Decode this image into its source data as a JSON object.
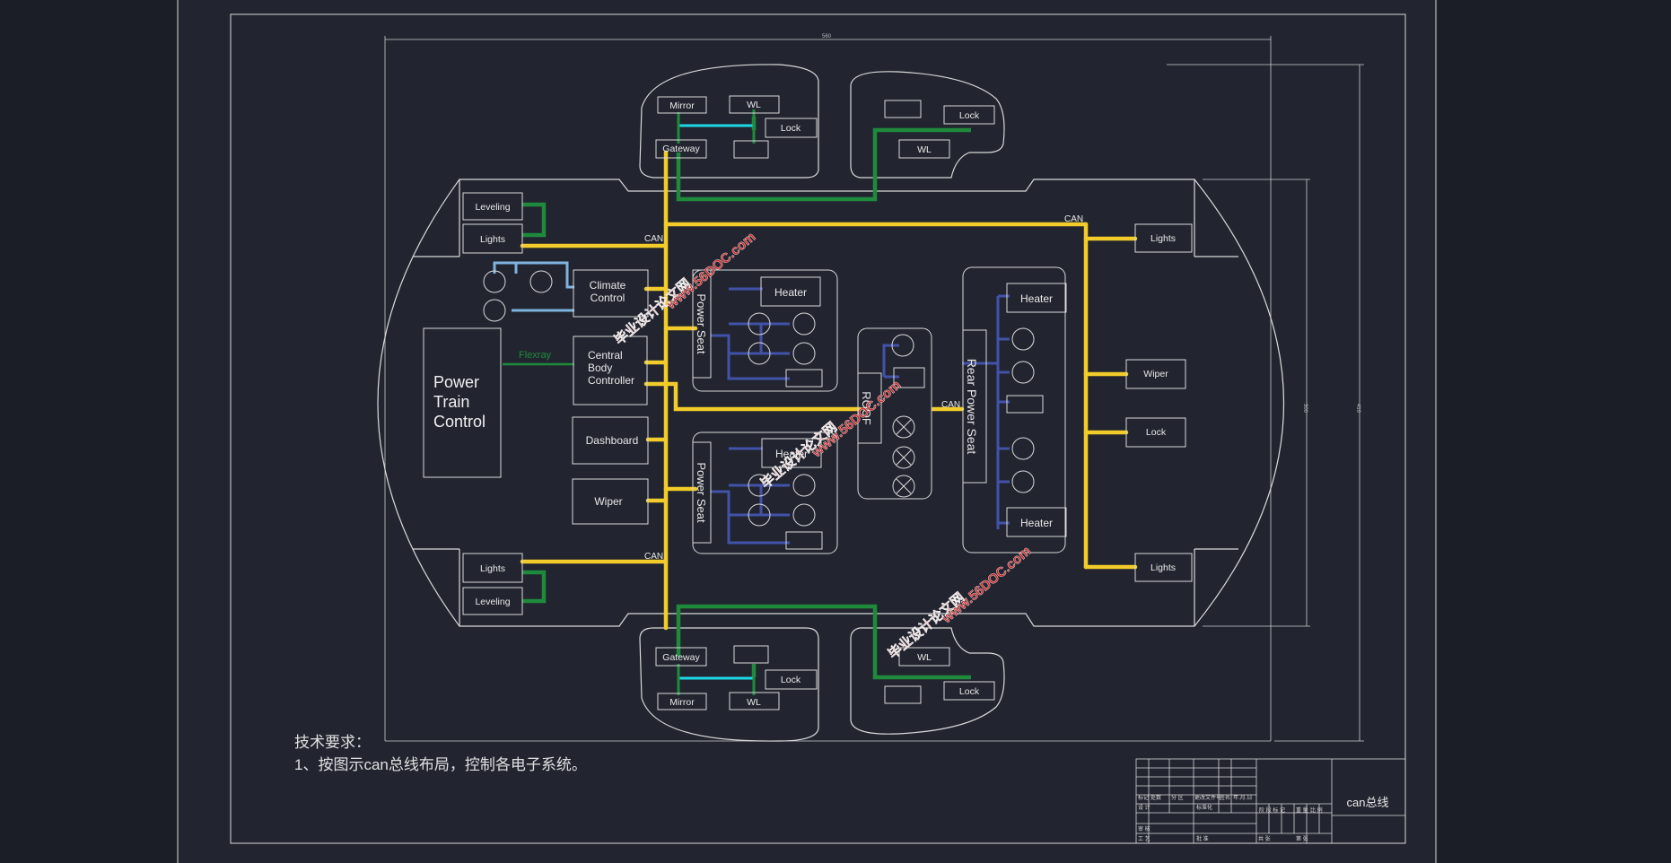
{
  "dimensions": {
    "width_top": "560",
    "height_outer": "410",
    "height_inner": "300"
  },
  "bus_labels": {
    "can_top_left": "CAN",
    "can_top_right": "CAN",
    "can_bottom_left": "CAN",
    "can_center": "CAN",
    "flexray": "Flexray"
  },
  "modules": {
    "front_left_door": {
      "mirror": "Mirror",
      "wl": "WL",
      "lock": "Lock",
      "gateway": "Gateway"
    },
    "front_right_door": {
      "lock": "Lock",
      "wl": "WL"
    },
    "rear_left_door": {
      "gateway": "Gateway",
      "lock": "Lock",
      "mirror": "Mirror",
      "wl": "WL"
    },
    "rear_right_door": {
      "wl": "WL",
      "lock": "Lock"
    },
    "front_left_lamp": {
      "leveling": "Leveling",
      "lights": "Lights"
    },
    "rear_left_lamp": {
      "lights": "Lights",
      "leveling": "Leveling"
    },
    "climate": "Climate\nControl",
    "central_body": "Central\nBody\nController",
    "power_train": "Power\nTrain\nControl",
    "dashboard": "Dashboard",
    "wiper_left": "Wiper",
    "power_seat_top": {
      "title": "Power Seat",
      "heater": "Heater"
    },
    "power_seat_bottom": {
      "title": "Power Seat",
      "heater": "Heater"
    },
    "roof": "ROOF",
    "rear_power_seat": {
      "title": "Rear Power Seat",
      "heater_top": "Heater",
      "heater_bottom": "Heater"
    },
    "right_side": {
      "lights_top": "Lights",
      "wiper": "Wiper",
      "lock": "Lock",
      "lights_bottom": "Lights"
    }
  },
  "notes": {
    "title": "技术要求：",
    "line1": "1、按图示can总线布局，控制各电子系统。"
  },
  "title_block": {
    "drawing_title": "can总线",
    "cells": [
      "标记",
      "处数",
      "分 区",
      "更改文件号",
      "签名",
      "年.月.日",
      "设 计",
      "标准化",
      "阶 段 标 记",
      "重 量",
      "比 例",
      "审 核",
      "工 艺",
      "批 准",
      "共 张",
      "第 张"
    ]
  },
  "watermarks": [
    "毕业设计论文网",
    "www.56DOC.com"
  ],
  "colors": {
    "background": "#1b1e27",
    "sheet": "#222530",
    "line": "#d9d9d9",
    "can_bus": "#f2cc2a",
    "green_bus": "#1f8a3c",
    "cyan_bus": "#1fd8e6",
    "blue_bus": "#4252a8",
    "light_blue_bus": "#7fb3e0",
    "watermark": "#cf2a2a"
  }
}
